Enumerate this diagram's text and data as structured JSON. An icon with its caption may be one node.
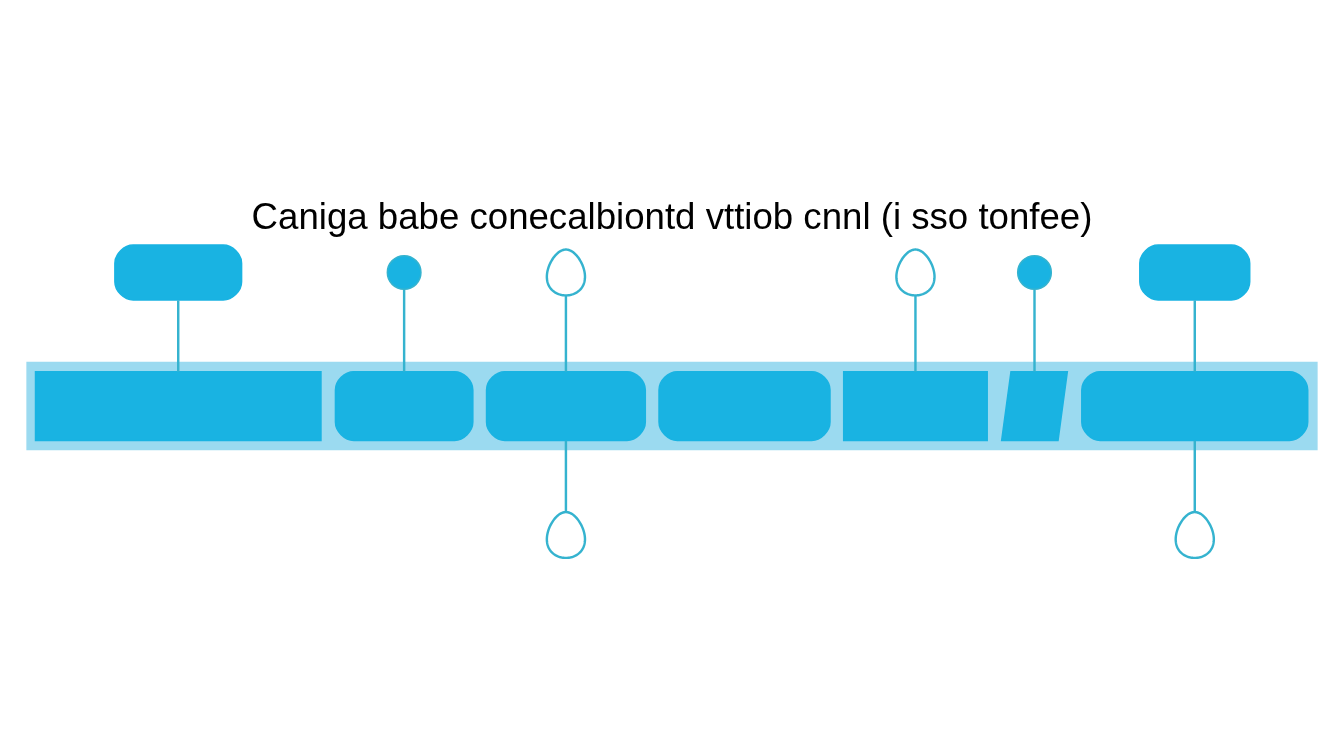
{
  "diagram": {
    "title": "Caniga babe conecalbiontd vttiob cnnl (i sso tonfee)",
    "nodes": [
      {
        "text": [],
        "shape": "box"
      },
      {
        "text": [],
        "shape": "circle"
      },
      {
        "text": [],
        "shape": "picture"
      },
      {
        "text": [],
        "shape": "picture"
      },
      {
        "text": [],
        "shape": "circle"
      },
      {
        "text": [],
        "shape": "box"
      },
      {
        "text": [],
        "shape": "bar"
      },
      {
        "text": [],
        "shape": "box",
        "in": 6
      },
      {
        "text": [],
        "shape": "box",
        "in": 6
      },
      {
        "text": [],
        "shape": "box",
        "in": 6
      },
      {
        "text": [],
        "shape": "box",
        "in": 6
      },
      {
        "text": [],
        "shape": "box",
        "in": 6
      },
      {
        "text": [],
        "shape": "box",
        "in": 6
      },
      {
        "text": [],
        "shape": "box",
        "in": 6
      },
      {
        "text": [],
        "shape": "picture"
      },
      {
        "text": [],
        "shape": "picture"
      }
    ],
    "edges": [
      {
        "from": 0,
        "to": 7,
        "arrow": "none"
      },
      {
        "from": 1,
        "to": 8,
        "arrow": "none"
      },
      {
        "from": 2,
        "to": 9,
        "arrow": "none"
      },
      {
        "from": 3,
        "to": 11,
        "arrow": "none"
      },
      {
        "from": 4,
        "to": 12,
        "arrow": "none"
      },
      {
        "from": 5,
        "to": 13,
        "arrow": "none"
      },
      {
        "from": 9,
        "to": 14,
        "arrow": "none"
      },
      {
        "from": 13,
        "to": 15,
        "arrow": "none"
      }
    ]
  }
}
